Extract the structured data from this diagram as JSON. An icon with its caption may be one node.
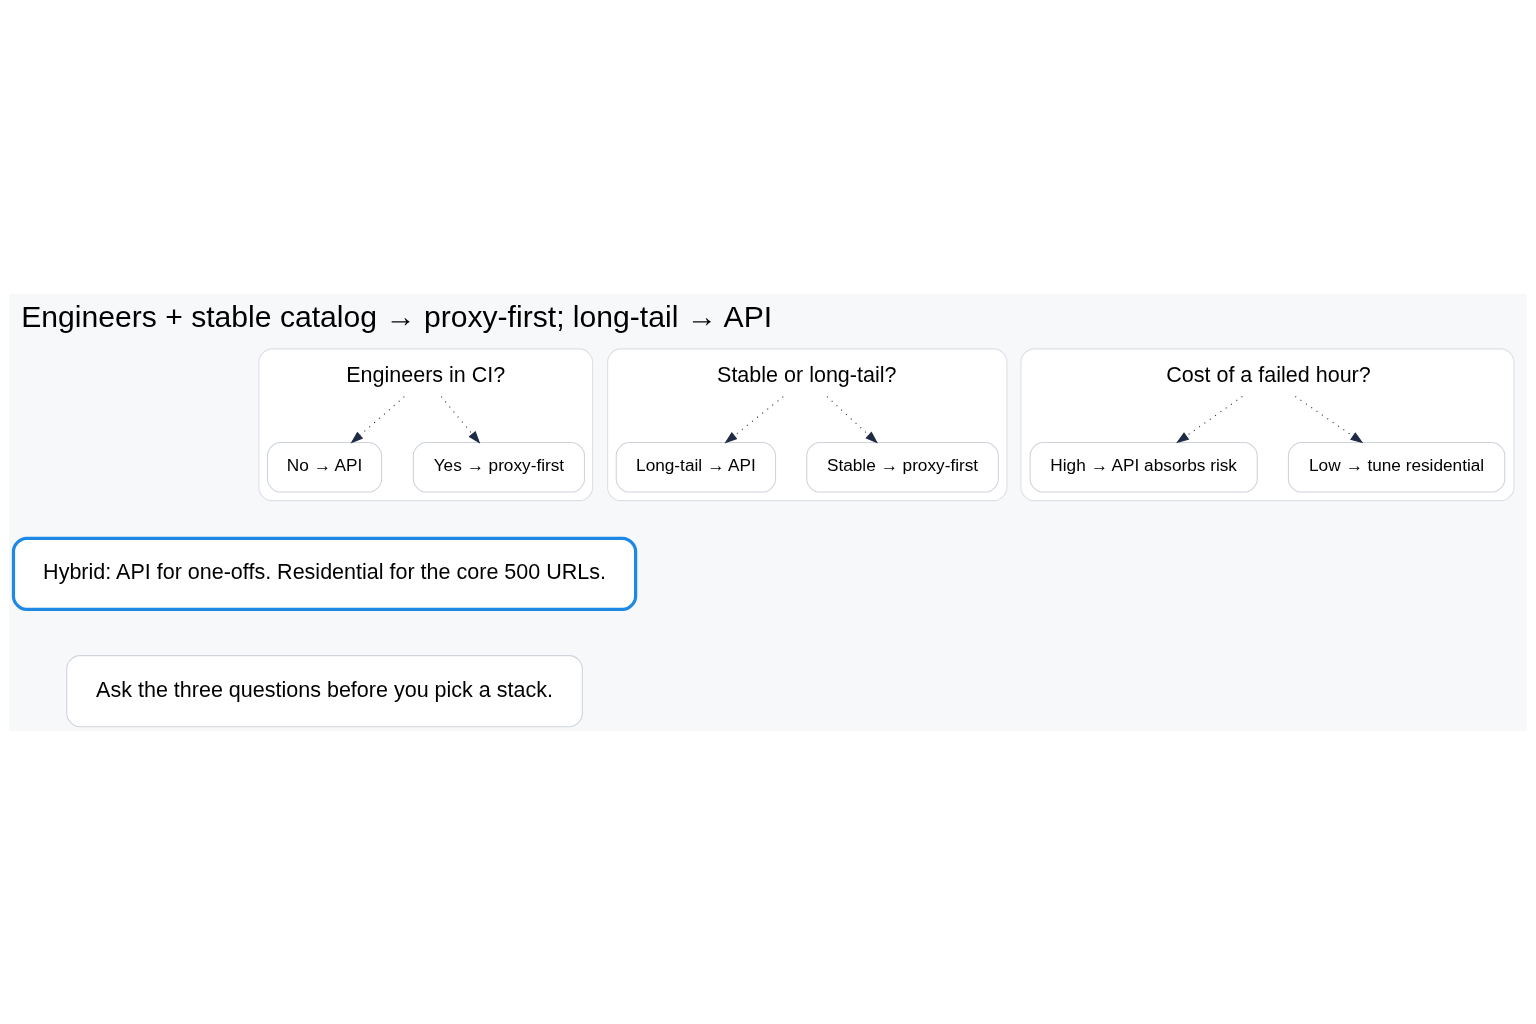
{
  "diagram": {
    "title": "Engineers + stable catalog → proxy-first; long-tail → API",
    "nodes": [
      {
        "text": [],
        "shape": "box"
      },
      {
        "text": [
          "Engineers in CI?"
        ],
        "in": 0
      },
      {
        "text": [
          "No → API"
        ],
        "in": 0
      },
      {
        "text": [
          "Yes → proxy-first"
        ],
        "in": 0
      },
      {
        "text": [],
        "shape": "box"
      },
      {
        "text": [
          "Stable or long-tail?"
        ],
        "in": 4
      },
      {
        "text": [
          "Long-tail → API"
        ],
        "in": 4
      },
      {
        "text": [
          "Stable → proxy-first"
        ],
        "in": 4
      },
      {
        "text": [],
        "shape": "box"
      },
      {
        "text": [
          "Cost of a failed hour?"
        ],
        "in": 8
      },
      {
        "text": [
          "High → API absorbs risk"
        ],
        "in": 8
      },
      {
        "text": [
          "Low → tune residential"
        ],
        "in": 8
      },
      {
        "text": [
          "Hybrid: API for one-offs. Residential for the core 500 URLs."
        ]
      },
      {
        "text": [
          "Ask the three questions before you pick a stack."
        ]
      }
    ],
    "edges": [
      {
        "from": 1,
        "to": 2,
        "arrow": "to",
        "style": "dashed"
      },
      {
        "from": 1,
        "to": 3,
        "arrow": "to",
        "style": "dashed"
      },
      {
        "from": 5,
        "to": 6,
        "arrow": "to",
        "style": "dashed"
      },
      {
        "from": 5,
        "to": 7,
        "arrow": "to",
        "style": "dashed"
      },
      {
        "from": 9,
        "to": 10,
        "arrow": "to",
        "style": "dashed"
      },
      {
        "from": 9,
        "to": 11,
        "arrow": "to",
        "style": "dashed"
      }
    ]
  }
}
